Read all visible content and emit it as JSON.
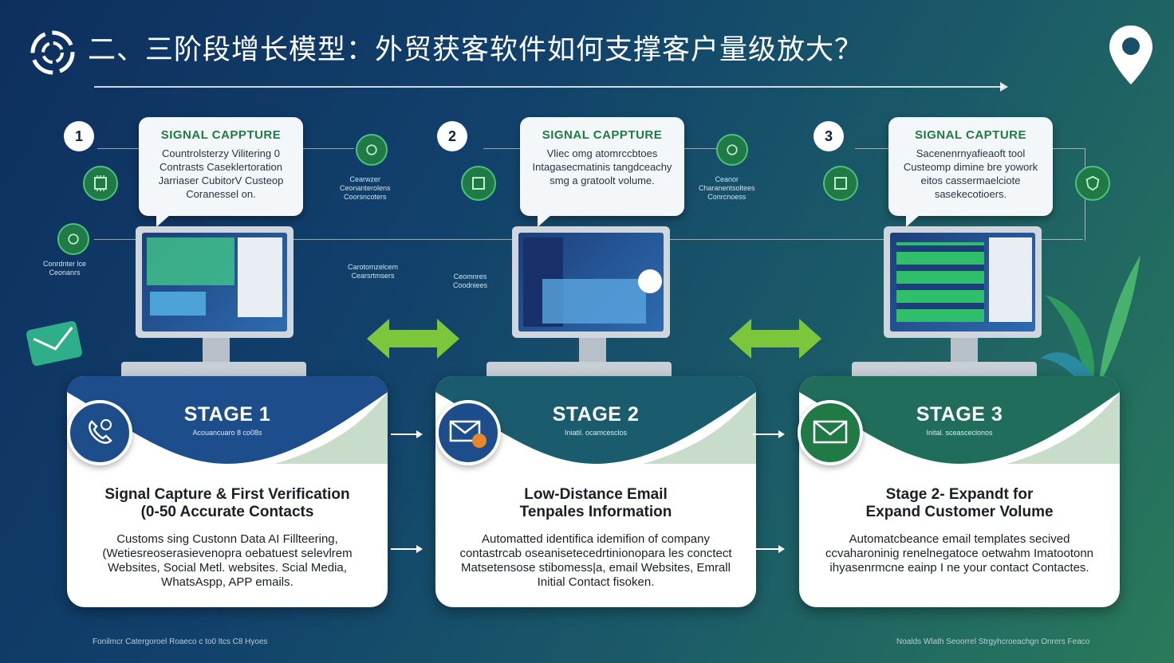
{
  "header": {
    "title": "二、三阶段增长模型：外贸获客软件如何支撑客户量级放大？"
  },
  "steps": [
    {
      "number": "1",
      "callout": {
        "title": "SIGNAL CAPPTURE",
        "body": "Countrolsterzy Vilitering 0 Contrasts Caseklertoration Jarriaser CubitorV Custeop Coranessel on."
      }
    },
    {
      "number": "2",
      "callout": {
        "title": "SIGNAL CAPPTURE",
        "body": "Vliec omg atomrccbtoes Intagasecmatinis tangdceachy smg a gratoolt volume."
      }
    },
    {
      "number": "3",
      "callout": {
        "title": "SIGNAL CAPTURE",
        "body": "Sacenenrnyafieaoft tool Custeomp dimine bre yowork eitos cassermaelciote sasekecotioers."
      }
    }
  ],
  "tiny_labels": {
    "l1": "Conrdnter lce\nCeonanrs",
    "l2": "Cearwzer\nCeonanterolens\nCoorsncoters",
    "l3": "Carotomzelcem\nCearsrtmsers",
    "l4": "Ceomnres\nCoodniees",
    "l5": "Ceanor\nCharanentsoltees\nConrcnoess"
  },
  "stages": [
    {
      "label": "STAGE 1",
      "sub": "Acouancuaro 8 co08s",
      "title": "Signal Capture & First Verification\n(0-50 Accurate Contacts",
      "body": "Customs sing Custonn Data AI Fillteering, (Wetiesreoserasievenopra oebatuest selevlrem Websites, Social Metl. websites. Scial Media, WhatsAspp, APP emails."
    },
    {
      "label": "STAGE 2",
      "sub": "Iniatil. ocamcesclos",
      "title": "Low-Distance Email\nTenpales Information",
      "body": "Automatted identifica idemifion of company contastrcab oseanisetecedrtinionopara les conctect Matsetensose stibomess|a, email Websites, Emrall Initial Contact fisoken."
    },
    {
      "label": "STAGE 3",
      "sub": "Inital. sceasceclonos",
      "title": "Stage 2- Expandt for\nExpand Customer Volume",
      "body": "Automatcbeance email templates secived ccvaharoninig renelnegatoce oetwahm Imatootonn ihyasenrmcne eainp I ne your contact Contactes."
    }
  ],
  "footer": {
    "left": "Fonilmcr Catergoroel Roaeco c to0 ltcs C8 Hyoes",
    "right": "Noalds Wlath Seoorrel Strgyhcroeachgn Onrers Feaco"
  },
  "colors": {
    "accent_green": "#1f7a45",
    "bright_green": "#7bc63a",
    "stage_blue": "#1e4d8c"
  },
  "icons": [
    "logo-ring-icon",
    "location-pin-icon",
    "chip-icon",
    "mail-icon",
    "phone-icon",
    "leaf-icon"
  ]
}
